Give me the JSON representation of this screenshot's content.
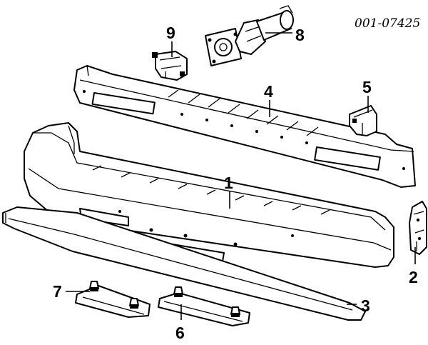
{
  "diagram": {
    "reference_code": "001-07425",
    "callouts": {
      "bumper_cover": "1",
      "bracket_right": "2",
      "lower_molding": "3",
      "reinforcement": "4",
      "bracket_upper": "5",
      "brace_lower": "6",
      "brace_left": "7",
      "energy_absorber": "8",
      "clip_bracket": "9"
    }
  }
}
